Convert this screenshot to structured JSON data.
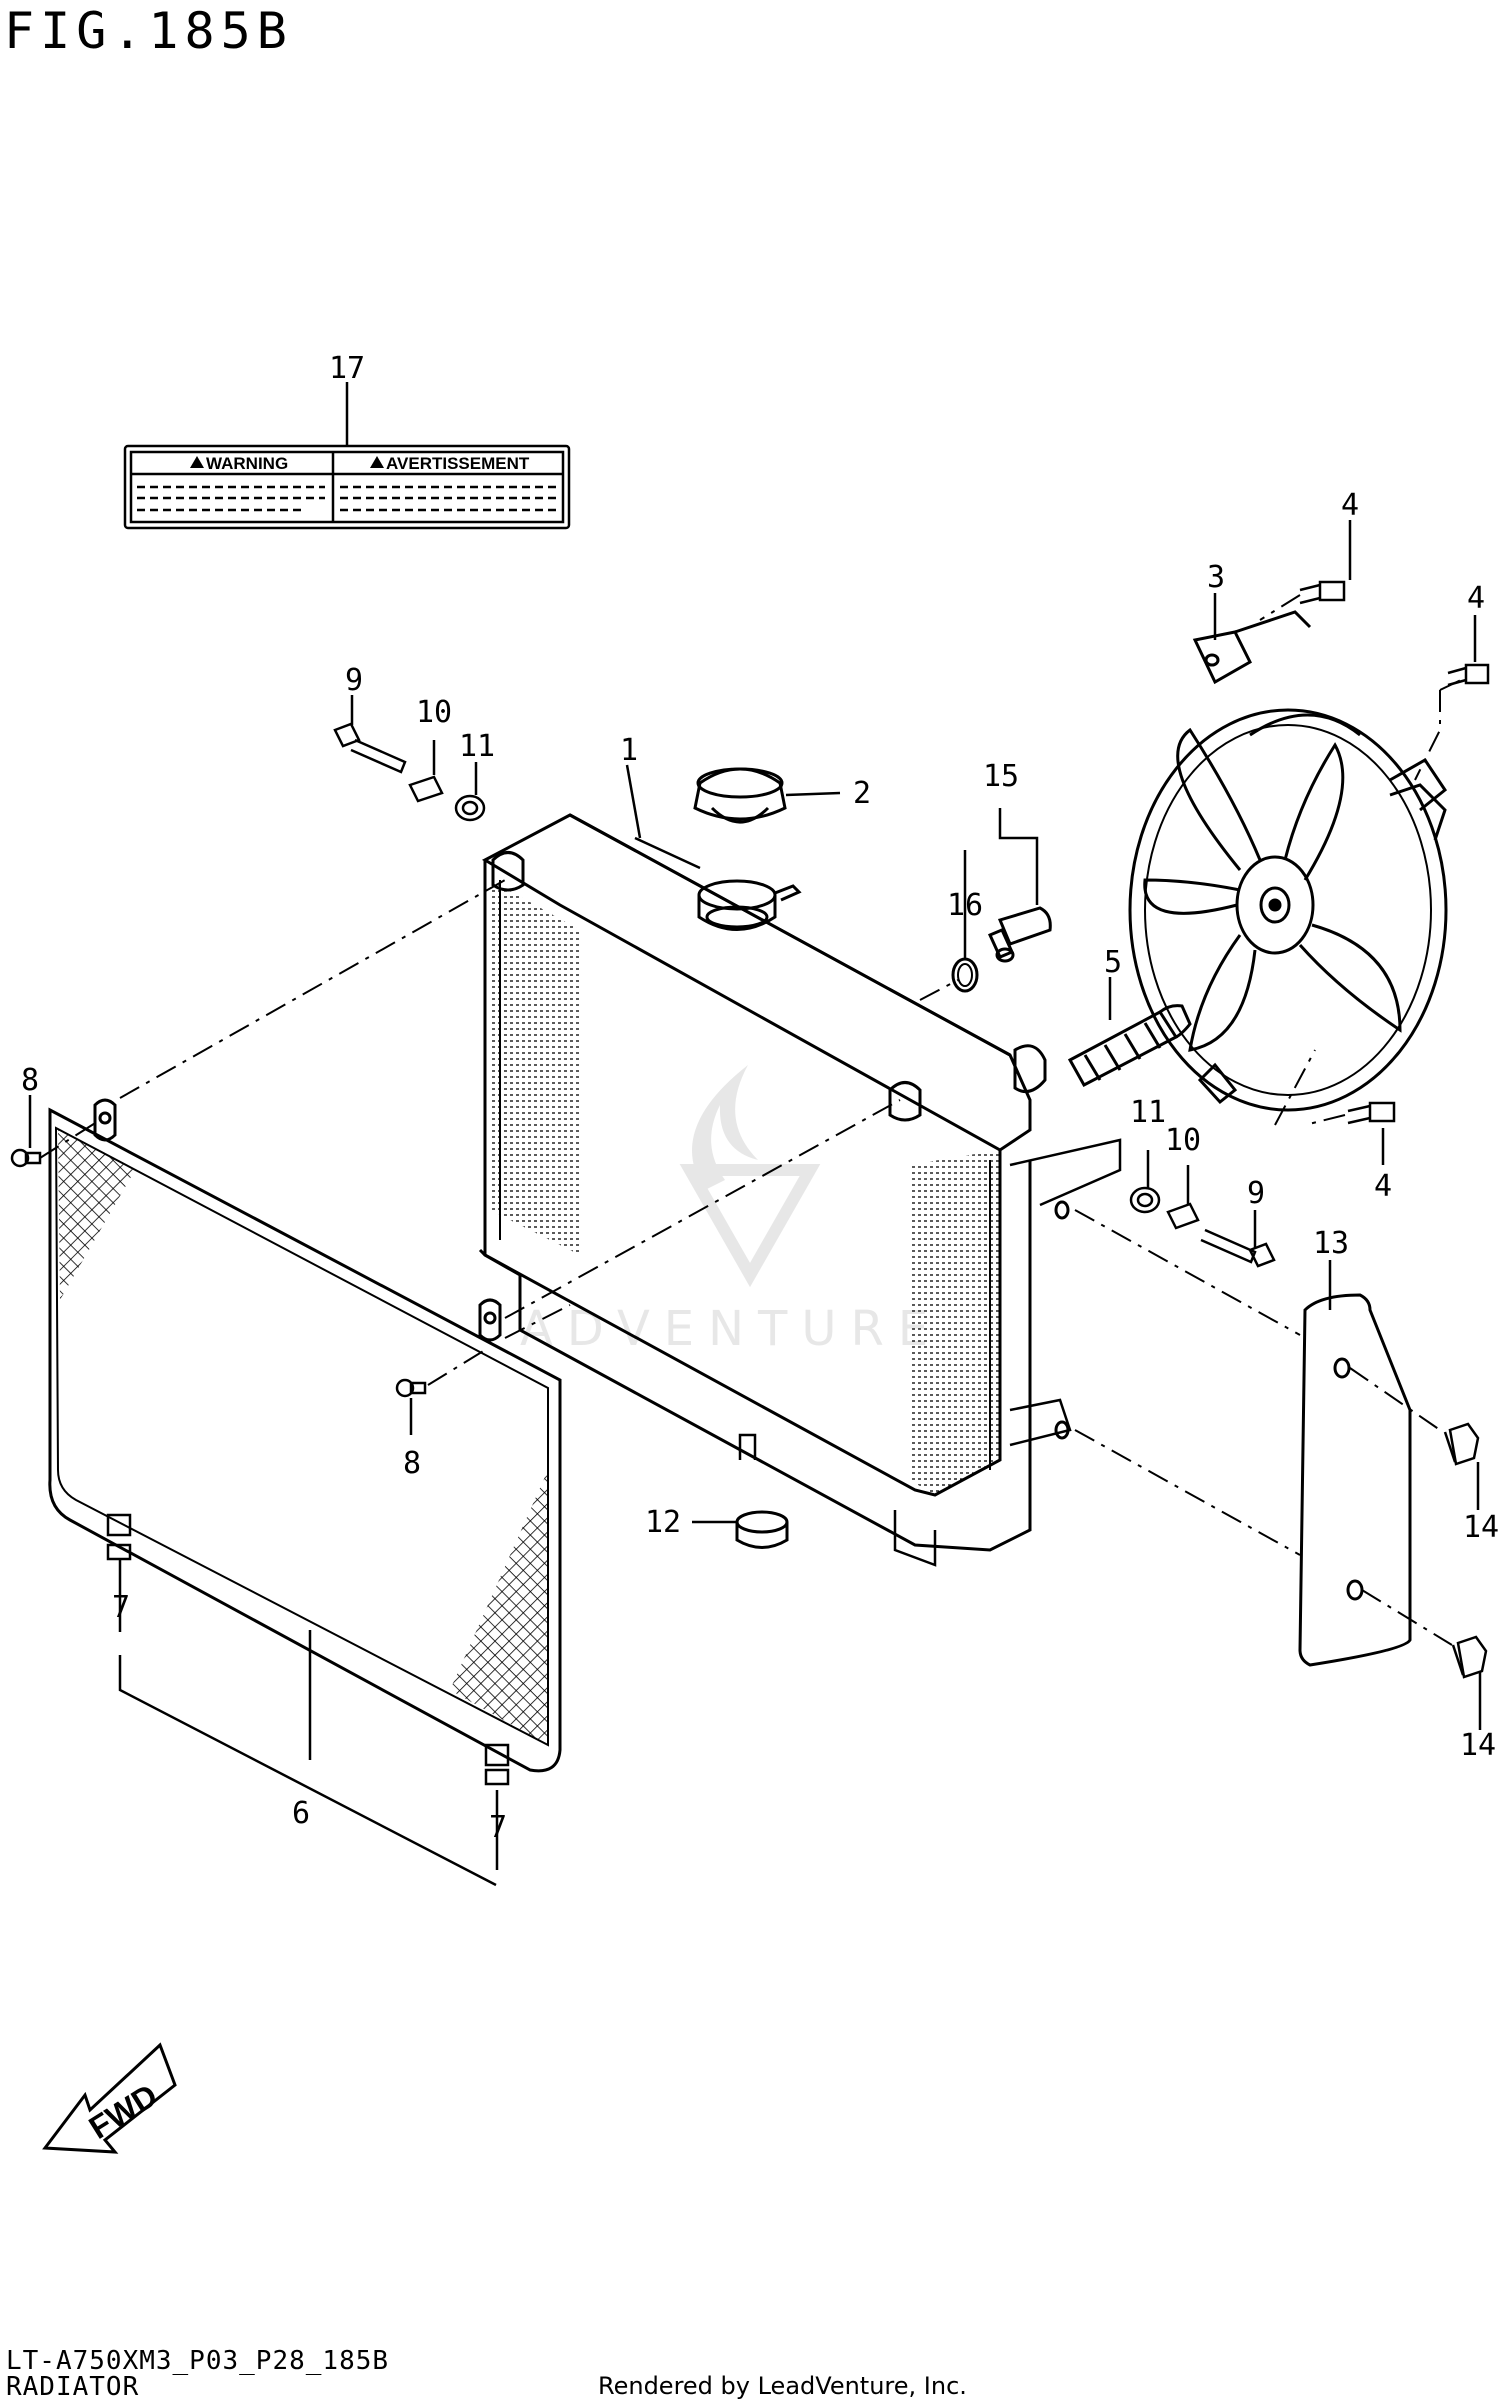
{
  "figure": {
    "title": "FIG.185B",
    "model_code": "LT-A750XM3_P03_P28_185B",
    "section_name": "RADIATOR",
    "rendered_by": "Rendered by LeadVenture, Inc."
  },
  "watermark": {
    "text": "ADVENTURE"
  },
  "warning_label": {
    "left_heading": "WARNING",
    "right_heading": "AVERTISSEMENT"
  },
  "fwd_arrow": {
    "label": "FWD"
  },
  "callouts": [
    {
      "number": "17"
    },
    {
      "number": "9"
    },
    {
      "number": "10"
    },
    {
      "number": "11"
    },
    {
      "number": "1"
    },
    {
      "number": "2"
    },
    {
      "number": "15"
    },
    {
      "number": "16"
    },
    {
      "number": "5"
    },
    {
      "number": "3"
    },
    {
      "number": "4"
    },
    {
      "number": "4"
    },
    {
      "number": "4"
    },
    {
      "number": "8"
    },
    {
      "number": "8"
    },
    {
      "number": "11"
    },
    {
      "number": "10"
    },
    {
      "number": "9"
    },
    {
      "number": "13"
    },
    {
      "number": "12"
    },
    {
      "number": "14"
    },
    {
      "number": "14"
    },
    {
      "number": "7"
    },
    {
      "number": "7"
    },
    {
      "number": "6"
    }
  ],
  "colors": {
    "line": "#000000",
    "background": "#ffffff",
    "watermark": "#d8d8d8"
  }
}
